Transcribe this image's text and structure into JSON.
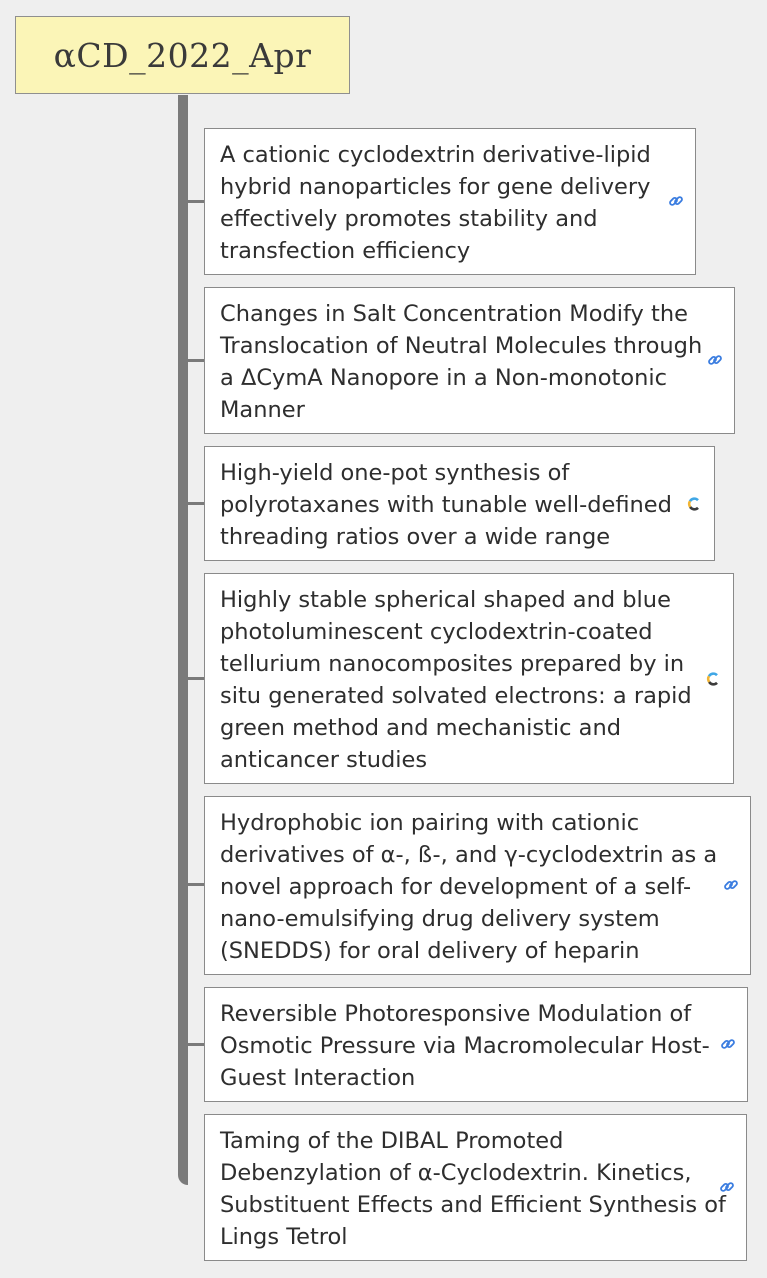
{
  "root": {
    "title": "αCD_2022_Apr"
  },
  "colors": {
    "root_fill": "#fbf5b7",
    "connector": "#7a7a7a",
    "card_border": "#8a8a8a",
    "link_icon": "#3b7de0"
  },
  "topics": [
    {
      "text": "A cationic cyclodextrin derivative-lipid hybrid nanoparticles for gene delivery effectively promotes stability and transfection efficiency",
      "icon": "link-icon"
    },
    {
      "text": "Changes in Salt Concentration Modify the Translocation of Neutral Molecules through a ΔCymA Nanopore in a Non-monotonic Manner",
      "icon": "link-icon"
    },
    {
      "text": "High-yield one-pot synthesis of polyrotaxanes with tunable well-defined threading ratios over a wide range",
      "icon": "crossref-icon"
    },
    {
      "text": "Highly stable spherical shaped and blue photoluminescent cyclodextrin-coated tellurium nanocomposites prepared by in situ generated solvated electrons: a rapid green method and mechanistic and anticancer studies",
      "icon": "crossref-icon"
    },
    {
      "text": "Hydrophobic ion pairing with cationic derivatives of α-, ß-, and γ-cyclodextrin as a novel approach for development of a self-nano-emulsifying drug delivery system (SNEDDS) for oral delivery of heparin",
      "icon": "link-icon"
    },
    {
      "text": "Reversible Photoresponsive Modulation of Osmotic Pressure via Macromolecular Host-Guest Interaction",
      "icon": "link-icon"
    },
    {
      "text": "Taming of the DIBAL Promoted Debenzylation of α-Cyclodextrin. Kinetics, Substituent Effects and Efficient Synthesis of Lings Tetrol",
      "icon": "link-icon"
    }
  ]
}
